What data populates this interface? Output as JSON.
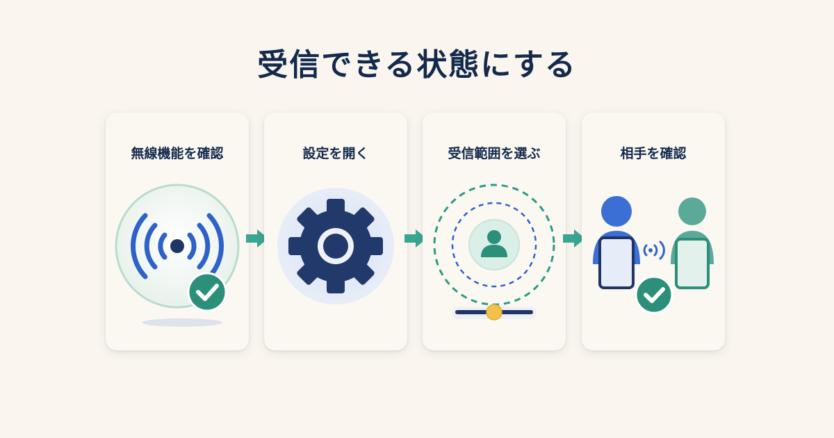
{
  "title": "受信できる状態にする",
  "steps": [
    {
      "label": "無線機能を確認",
      "icon": "wireless-check-icon"
    },
    {
      "label": "設定を開く",
      "icon": "gear-icon"
    },
    {
      "label": "受信範囲を選ぶ",
      "icon": "range-person-icon"
    },
    {
      "label": "相手を確認",
      "icon": "people-devices-check-icon"
    }
  ],
  "colors": {
    "background": "#faf6ef",
    "title": "#142a4c",
    "accent_teal": "#3aa691",
    "wave_blue": "#2f62c9",
    "gear_navy": "#22396b",
    "check_teal": "#2b8f7a",
    "slider_knob": "#f2c14a"
  }
}
